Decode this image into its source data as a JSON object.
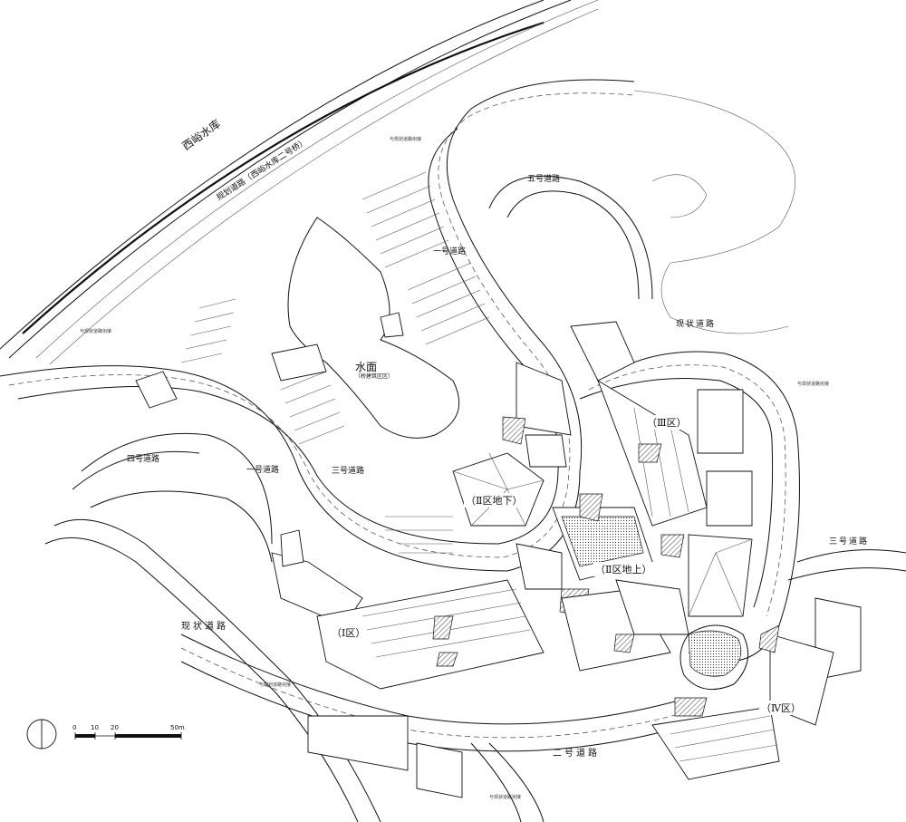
{
  "map": {
    "reservoir": "西峪水库",
    "planned_road": "规划道路（西峪水库二号桥）",
    "water_surface": "水面",
    "water_note": "（桥建筑区区）",
    "roads": {
      "road_1": "一号道路",
      "road_2": "二号道路",
      "road_3": "三号道路",
      "road_4": "四号道路",
      "road_5": "五号道路",
      "road_6": "一号道路",
      "existing_road_a": "现状道路",
      "existing_road_b": "现状道路",
      "road_3_east": "三号道路"
    },
    "zones": {
      "zone_1": "（Ⅰ区）",
      "zone_2_under": "（Ⅱ区地下）",
      "zone_2_above": "（Ⅱ区地上）",
      "zone_3": "（Ⅲ区）",
      "zone_4": "（Ⅳ区）"
    },
    "callouts": {
      "c1": "与规划道路衔接",
      "c2": "与现状道路衔接",
      "c3": "与现状道路衔接",
      "c4": "与规划道路衔接",
      "c5": "与现状道路衔接"
    },
    "scale": {
      "ticks": [
        "0",
        "10",
        "20",
        "50m"
      ]
    },
    "north_arrow": "north-arrow"
  }
}
